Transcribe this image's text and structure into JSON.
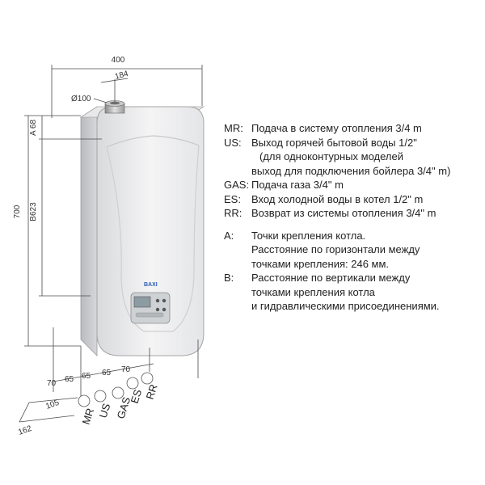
{
  "dimensions": {
    "width": "400",
    "flue_offset": "184",
    "flue_diameter": "Ø100",
    "height": "700",
    "a": "A 68",
    "b": "B623",
    "pipe_spacing": [
      "70",
      "65",
      "65",
      "65",
      "70"
    ],
    "depth_1": "105",
    "depth_2": "162"
  },
  "brand": "BAXI",
  "ports": [
    "MR",
    "US",
    "GAS",
    "ES",
    "RR"
  ],
  "legend": {
    "items": [
      {
        "code": "MR:",
        "lines": [
          "Подача в систему отопления 3/4 m"
        ]
      },
      {
        "code": "US:",
        "lines": [
          "Выход горячей бытовой воды 1/2\"",
          "(для одноконтурных  моделей",
          "выход для подключения бойлера 3/4\" m)"
        ]
      },
      {
        "code": "GAS:",
        "lines": [
          "Подача газа 3/4\" m"
        ]
      },
      {
        "code": "ES:",
        "lines": [
          "Вход холодной воды в котел 1/2\" m"
        ]
      },
      {
        "code": "RR:",
        "lines": [
          "Возврат из системы отопления 3/4\" m"
        ]
      }
    ],
    "notes": [
      {
        "code": "A:",
        "lines": [
          "Точки крепления котла.",
          "Расстояние по горизонтали между",
          "точками крепления: 246 мм."
        ]
      },
      {
        "code": "B:",
        "lines": [
          "Расстояние по вертикали между",
          "точками крепления котла",
          "и гидравлическими присоединениями."
        ]
      }
    ]
  }
}
